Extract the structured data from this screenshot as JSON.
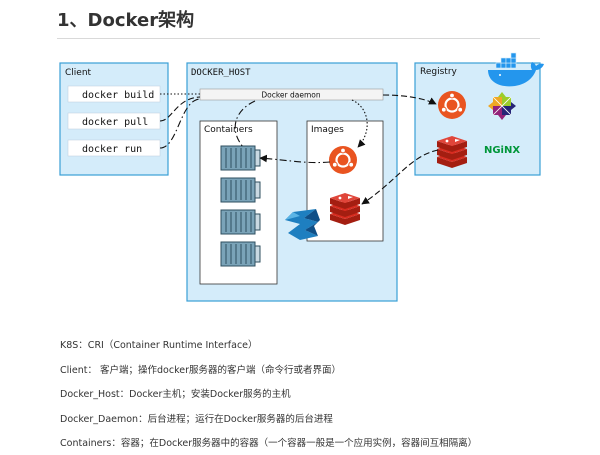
{
  "heading": "1、Docker架构",
  "client": {
    "label": "Client",
    "commands": [
      "docker build",
      "docker pull",
      "docker run"
    ]
  },
  "host": {
    "label": "DOCKER_HOST",
    "daemon_label": "Docker daemon",
    "containers_label": "Containers",
    "images_label": "Images"
  },
  "registry": {
    "label": "Registry",
    "nginx_label": "NGiNX"
  },
  "notes": [
    "K8S：CRI（Container Runtime Interface）",
    "Client： 客户端；操作docker服务器的客户端（命令行或者界面）",
    "Docker_Host：Docker主机；安装Docker服务的主机",
    "Docker_Daemon：后台进程；运行在Docker服务器的后台进程",
    "Containers：容器；在Docker服务器中的容器（一个容器一般是一个应用实例，容器间互相隔离）"
  ],
  "colors": {
    "panel_fill": "#d4ecfa",
    "panel_border": "#3a9fd6",
    "ubuntu": "#e95420",
    "redis": "#d82c20",
    "nginx": "#009639",
    "docker_blue": "#2496ed"
  }
}
